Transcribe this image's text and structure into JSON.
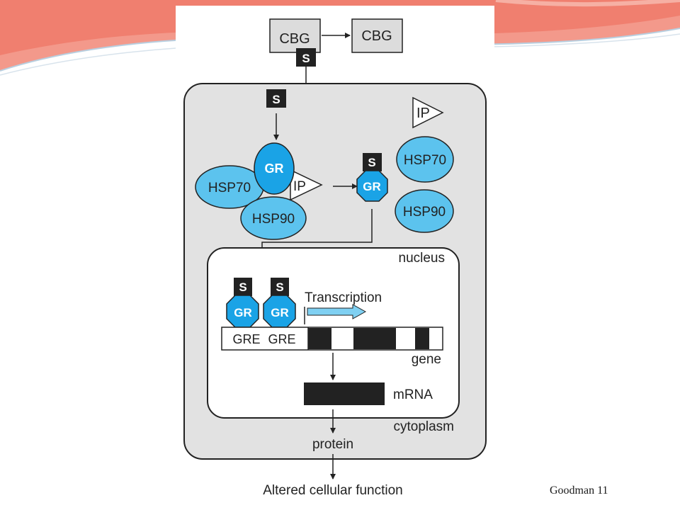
{
  "colors": {
    "banner_salmon": "#f07f6f",
    "banner_light": "#f6b0a4",
    "banner_blue": "#b8cfe0",
    "cell_gray": "#e2e2e2",
    "protein_blue": "#5cc3ee",
    "gr_blue": "#1aa3e6",
    "dark": "#222222"
  },
  "diagram": {
    "cbg_left": "CBG",
    "cbg_right": "CBG",
    "steroid": "S",
    "ip": "IP",
    "gr": "GR",
    "hsp70": "HSP70",
    "hsp90": "HSP90",
    "nucleus": "nucleus",
    "transcription": "Transcription",
    "gre": "GRE",
    "gene": "gene",
    "mrna": "mRNA",
    "cytoplasm": "cytoplasm",
    "protein": "protein",
    "altered_function": "Altered cellular function"
  },
  "citation": "Goodman 11"
}
